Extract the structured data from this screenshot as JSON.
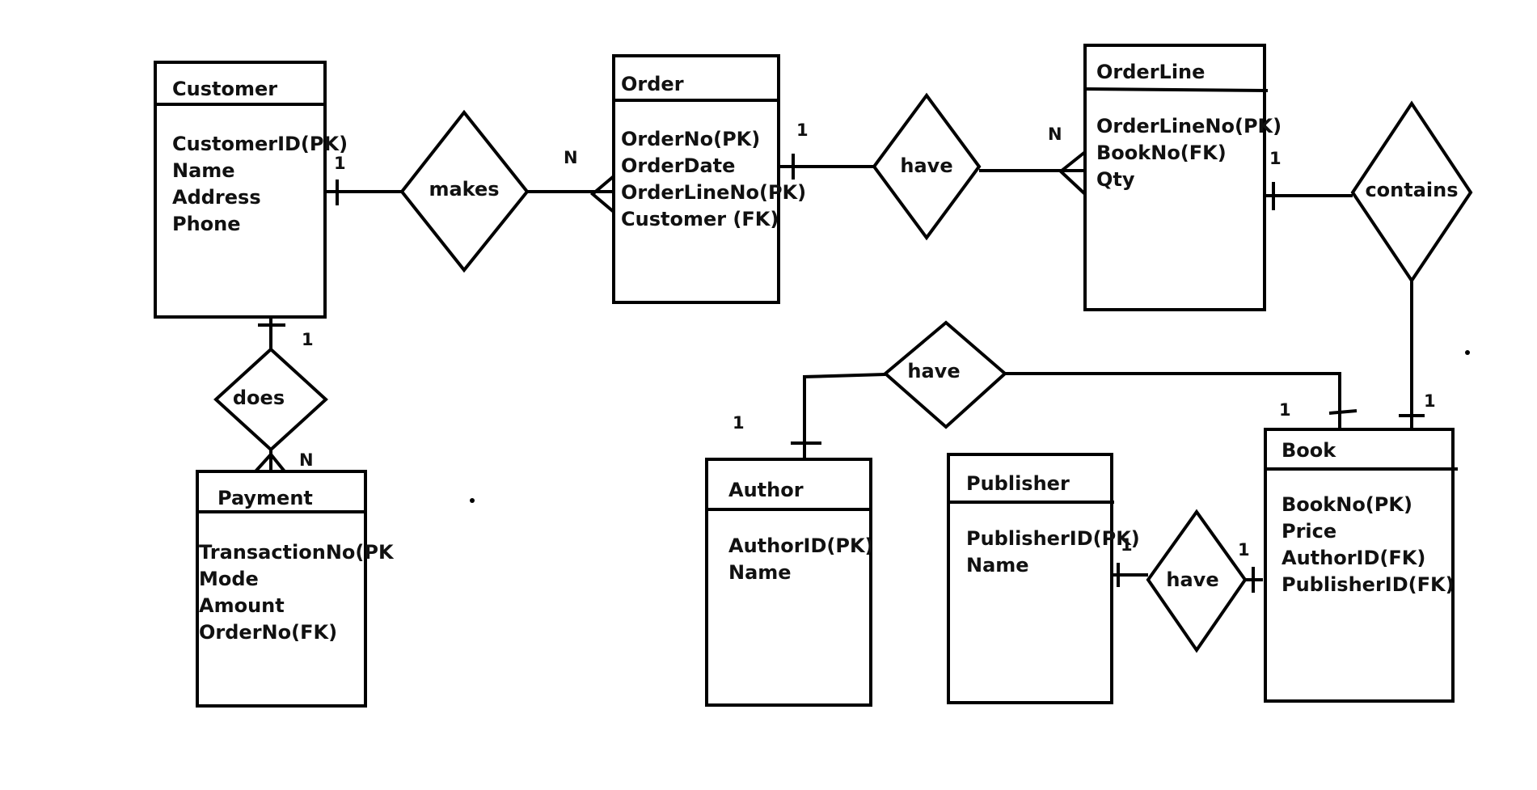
{
  "entities": {
    "customer": {
      "title": "Customer",
      "attributes": [
        "CustomerID(PK)",
        "Name",
        "Address",
        "Phone"
      ]
    },
    "order": {
      "title": "Order",
      "attributes": [
        "OrderNo(PK)",
        "OrderDate",
        "OrderLineNo(PK)",
        "Customer (FK)"
      ]
    },
    "orderline": {
      "title": "OrderLine",
      "attributes": [
        "OrderLineNo(PK)",
        "BookNo(FK)",
        "Qty"
      ]
    },
    "payment": {
      "title": "Payment",
      "attributes": [
        "TransactionNo(PK",
        "Mode",
        "Amount",
        "OrderNo(FK)"
      ]
    },
    "author": {
      "title": "Author",
      "attributes": [
        "AuthorID(PK)",
        "Name"
      ]
    },
    "publisher": {
      "title": "Publisher",
      "attributes": [
        "PublisherID(PK)",
        "Name"
      ]
    },
    "book": {
      "title": "Book",
      "attributes": [
        "BookNo(PK)",
        "Price",
        "AuthorID(FK)",
        "PublisherID(FK)"
      ]
    }
  },
  "relationships": {
    "makes": {
      "label": "makes",
      "left_card": "1",
      "right_card": "N"
    },
    "have_order_orderline": {
      "label": "have",
      "left_card": "1",
      "right_card": "N"
    },
    "contains": {
      "label": "contains",
      "top_card": "1",
      "bottom_card": "1"
    },
    "does": {
      "label": "does",
      "top_card": "1",
      "bottom_card": "N"
    },
    "have_author_book": {
      "label": "have",
      "left_card": "1",
      "right_card": "1"
    },
    "have_publisher_book": {
      "label": "have",
      "left_card": "1",
      "right_card": "1"
    }
  }
}
